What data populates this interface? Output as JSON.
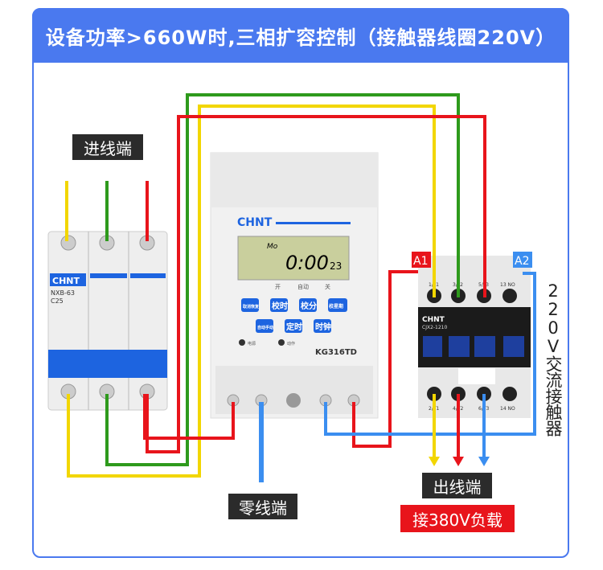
{
  "title": "设备功率>660W时,三相扩容控制（接触器线圈220V）",
  "labels": {
    "input": "进线端",
    "neutral": "零线端",
    "output": "出线端",
    "load": "接380V负载",
    "contactor_desc": "220V交流接触器",
    "a1": "A1",
    "a2": "A2"
  },
  "breaker": {
    "brand": "CHNT",
    "model": "NXB-63",
    "rating": "C25"
  },
  "timer": {
    "brand": "CHNT",
    "model": "KG316TD",
    "lcd_day": "Mo",
    "lcd_time": "0:00",
    "lcd_seconds": "23",
    "indicators": [
      "开",
      "自动",
      "关"
    ],
    "buttons_row1": [
      "取消恢复",
      "校时",
      "校分",
      "校星期"
    ],
    "buttons_row2": [
      "自动手动",
      "定时",
      "时钟"
    ],
    "leds": [
      "电源",
      "动作"
    ]
  },
  "contactor": {
    "brand": "CHNT",
    "model": "CJX2-1210",
    "top_terminals": [
      "1/L1",
      "3/L2",
      "5/L3",
      "13 NO"
    ],
    "bottom_terminals": [
      "2/T1",
      "4/T2",
      "6/T3",
      "14 NO"
    ]
  },
  "colors": {
    "accent": "#4a79ef",
    "yellow": "#f2d600",
    "green": "#2e9a1c",
    "red": "#e8141b",
    "blue": "#3b8ef0"
  }
}
